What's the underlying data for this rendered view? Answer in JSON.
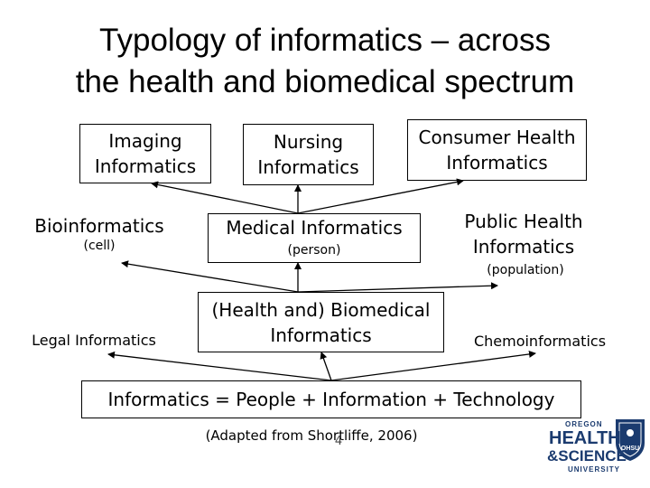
{
  "slide": {
    "title_line1": "Typology of informatics – across",
    "title_line2": "the health and biomedical spectrum",
    "page_number": "4",
    "citation": "(Adapted from Shortliffe, 2006)"
  },
  "boxes": {
    "imaging": "Imaging Informatics",
    "nursing": "Nursing Informatics",
    "consumer": "Consumer Health Informatics",
    "medical": "Medical Informatics",
    "medical_sub": "(person)",
    "biomedical": "(Health and) Biomedical Informatics",
    "equation": "Informatics = People + Information + Technology"
  },
  "labels": {
    "bioinformatics": "Bioinformatics",
    "bioinformatics_sub": "(cell)",
    "public_health": "Public Health Informatics",
    "public_health_sub": "(population)",
    "legal": "Legal Informatics",
    "chemo": "Chemoinformatics"
  },
  "logo": {
    "line1": "OREGON",
    "line2": "HEALTH",
    "line3": "&SCIENCE",
    "line4": "UNIVERSITY",
    "seal": "OHSU"
  }
}
